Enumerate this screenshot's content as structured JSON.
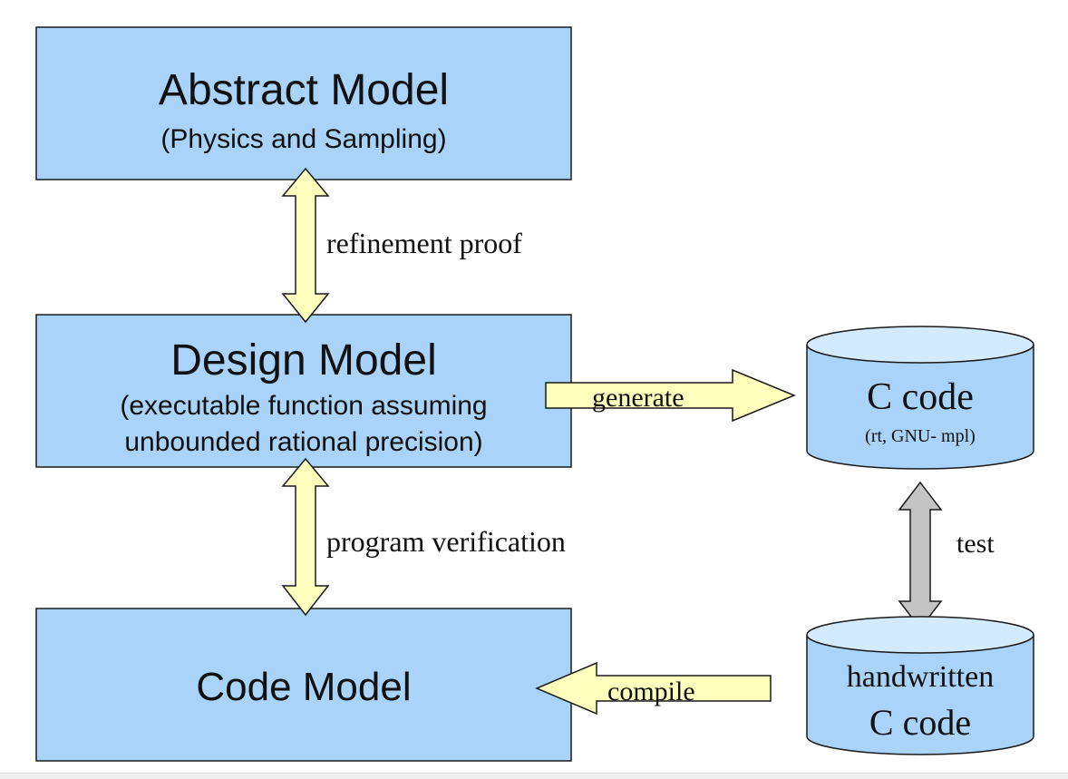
{
  "colors": {
    "box_fill": "#a9d3f8",
    "box_stroke": "#1a1a1a",
    "arrow_yellow": "#ffffbe",
    "arrow_gray": "#c4c4c4",
    "cyl_top": "#d4ebfe",
    "cyl_body": "#a9d3f8"
  },
  "abstract_model": {
    "title": "Abstract Model",
    "subtitle": "(Physics and Sampling)"
  },
  "design_model": {
    "title": "Design Model",
    "subtitle_line1": "(executable function assuming",
    "subtitle_line2": "unbounded rational precision)"
  },
  "code_model": {
    "title": "Code Model"
  },
  "c_code": {
    "title": "C code",
    "subtitle": "(rt, GNU- mpl)"
  },
  "handwritten": {
    "line1": "handwritten",
    "line2": "C code"
  },
  "edges": {
    "refinement": "refinement proof",
    "verification": "program verification",
    "generate": "generate",
    "compile": "compile",
    "test": "test"
  }
}
